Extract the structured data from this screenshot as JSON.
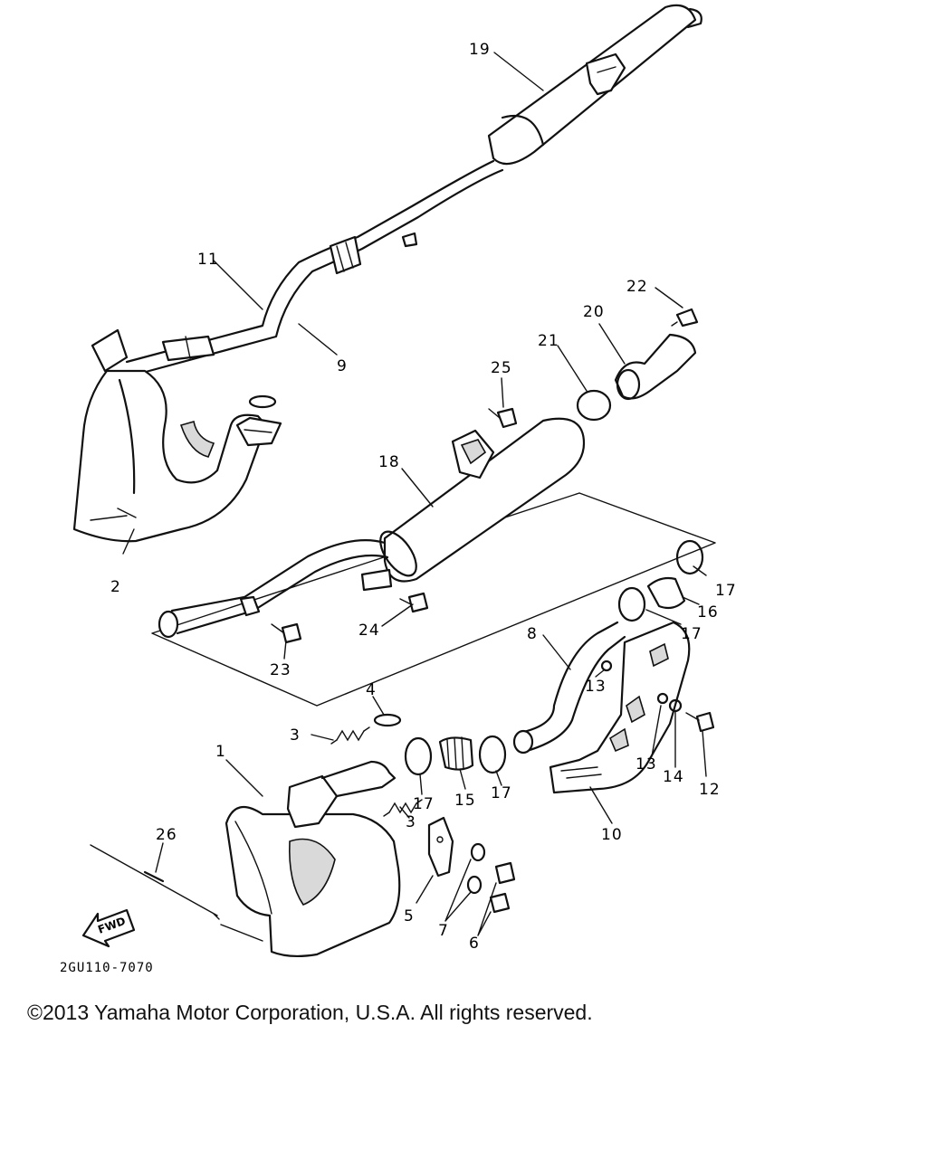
{
  "diagram": {
    "part_code": "2GU110-7070",
    "fwd_label": "FWD",
    "callouts": {
      "c1": "1",
      "c2": "2",
      "c3a": "3",
      "c3b": "3",
      "c4": "4",
      "c5": "5",
      "c6": "6",
      "c7": "7",
      "c8": "8",
      "c9": "9",
      "c10": "10",
      "c11": "11",
      "c12": "12",
      "c13a": "13",
      "c13b": "13",
      "c14": "14",
      "c15": "15",
      "c16": "16",
      "c17a": "17",
      "c17b": "17",
      "c17c": "17",
      "c17d": "17",
      "c18": "18",
      "c19": "19",
      "c20": "20",
      "c21": "21",
      "c22": "22",
      "c23": "23",
      "c24": "24",
      "c25": "25",
      "c26": "26"
    }
  },
  "footer": {
    "copyright": "©2013 Yamaha Motor Corporation, U.S.A. All rights reserved."
  }
}
